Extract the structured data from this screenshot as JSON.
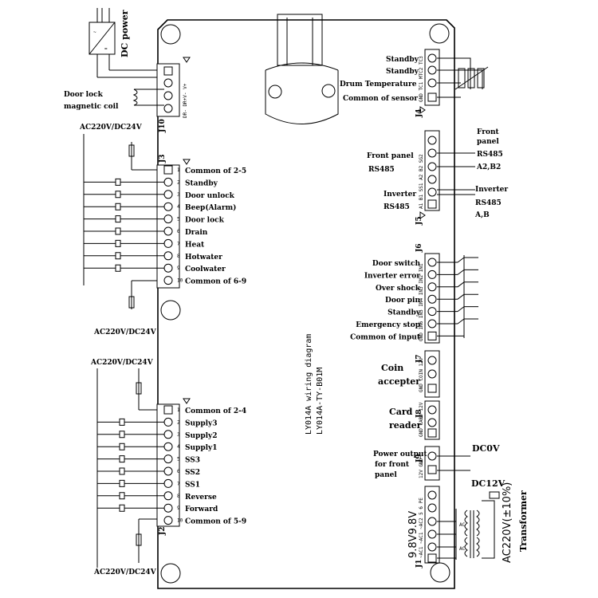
{
  "power": {
    "dc_power": "DC power",
    "door_lock_coil": [
      "Door lock",
      "magnetic coil"
    ],
    "j10": "J10",
    "j10_pins": "DR- DR+V- V+"
  },
  "supplies": {
    "top_left": "AC220V/DC24V",
    "mid_left": "AC220V/DC24V",
    "j2_top": "AC220V/DC24V",
    "bottom_left": "AC220V/DC24V"
  },
  "j3": {
    "name": "J3",
    "pins": [
      "1",
      "2",
      "3",
      "4",
      "5",
      "6",
      "7",
      "8",
      "9",
      "10"
    ],
    "labels": [
      "Common of 2-5",
      "Standby",
      "Door unlock",
      "Beep(Alarm)",
      "Door lock",
      "Drain",
      "Heat",
      "Hotwater",
      "Coolwater",
      "Common of 6-9"
    ]
  },
  "j2": {
    "name": "J2",
    "pins": [
      "1",
      "2",
      "3",
      "4",
      "5",
      "6",
      "7",
      "8",
      "9",
      "10"
    ],
    "labels": [
      "Common of 2-4",
      "Supply3",
      "Supply2",
      "Supply1",
      "SS3",
      "SS2",
      "SS1",
      "Reverse",
      "Forward",
      "Common of 5-9"
    ]
  },
  "j4": {
    "name": "J4",
    "pins": "GND TC1 MTC2 TC3",
    "labels": [
      "Standby",
      "Standby",
      "Drum Temperature",
      "Common of sensor"
    ]
  },
  "j5": {
    "name": "J5",
    "pins": "A1 B1 SS1 A2 B2 SG2",
    "front_panel_left": [
      "Front panel",
      "RS485"
    ],
    "front_panel_right": [
      "Front",
      "panel",
      "RS485",
      "A2,B2"
    ],
    "inverter_left": [
      "Inverter",
      "RS485"
    ],
    "inverter_right": [
      "Inverter",
      "RS485",
      "A,B"
    ]
  },
  "j6": {
    "name": "J6",
    "labels": [
      "Door switch",
      "Inverter error",
      "Over shock",
      "Door pin",
      "Standby",
      "Emergency stop",
      "Common of input"
    ]
  },
  "j7": {
    "name": "J7",
    "labels": [
      "Coin",
      "accepter"
    ]
  },
  "j8": {
    "name": "J8",
    "labels": [
      "Card",
      "reader"
    ]
  },
  "j9": {
    "name": "J9",
    "labels": [
      "Power output",
      "for front",
      "panel"
    ],
    "dc0v": "DC0V",
    "dc12v": "DC12V"
  },
  "j1": {
    "name": "J1",
    "voltage": "9.8V9.8V",
    "transformer_supply": "AC220V(±10%)",
    "transformer": "Transformer"
  },
  "board": {
    "title_line1": "LY014A wiring diagram",
    "title_line2": "LY014A-TY-B01M"
  }
}
